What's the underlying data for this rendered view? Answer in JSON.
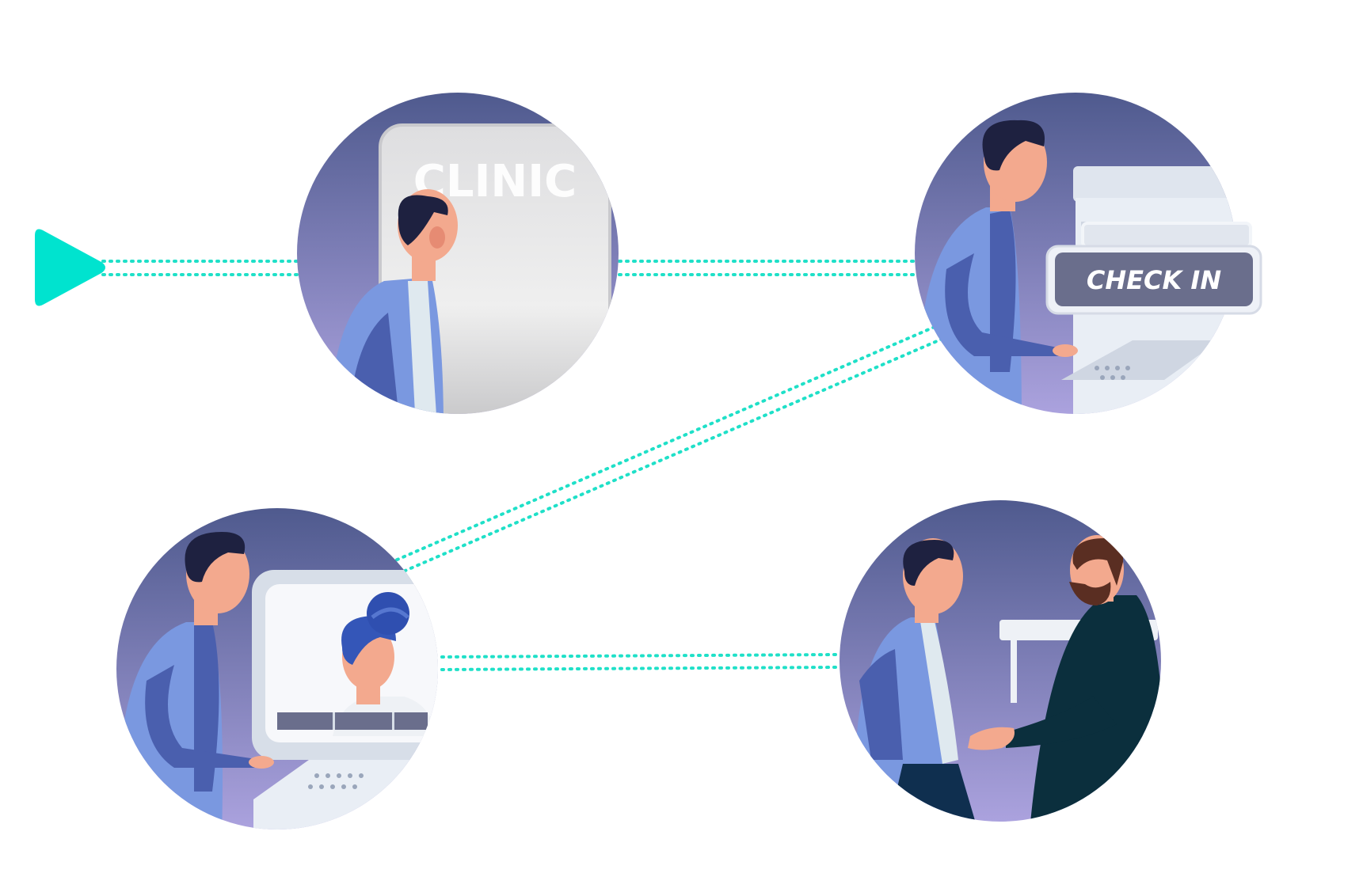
{
  "colors": {
    "connector": "#1fe0c8",
    "start_marker": "#00e3cf",
    "bubble_top": "#4f5a8e",
    "bubble_bottom": "#aba2de",
    "skin": "#f3a98e",
    "hair": "#1e2140",
    "shirt": "#7a98e0",
    "shirt_shadow": "#4a5fae",
    "kiosk": "#e9eef5",
    "check_in_plate": "#6a6e8c",
    "doctor_coat": "#0b2f3d",
    "doctor_hair": "#5a2e22"
  },
  "steps": [
    {
      "id": "arrive",
      "label": ""
    },
    {
      "id": "check-in",
      "label": ""
    },
    {
      "id": "reception",
      "label": ""
    },
    {
      "id": "meet-doctor",
      "label": ""
    }
  ],
  "scene_text": {
    "clinic_sign": "CLINIC",
    "check_in_button": "CHECK IN"
  }
}
